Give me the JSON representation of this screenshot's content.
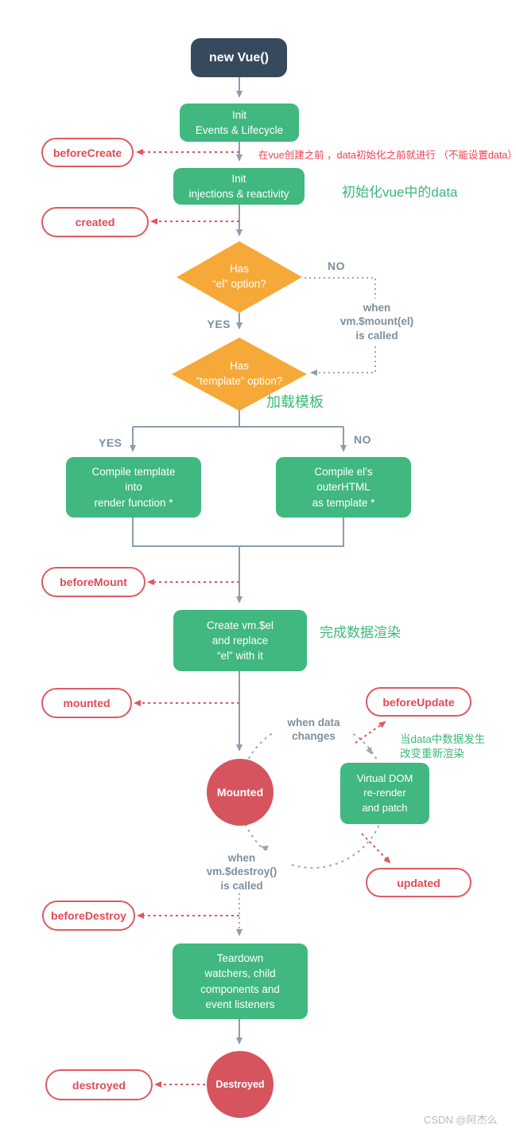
{
  "nodes": {
    "new_vue": "new Vue()",
    "init_events": "Init\nEvents & Lifecycle",
    "init_injections": "Init\ninjections & reactivity",
    "has_el": "Has\n“el” option?",
    "has_template": "Has\n“template” option?",
    "compile_template": "Compile template\ninto\nrender function *",
    "compile_el": "Compile el’s\nouterHTML\nas template *",
    "create_vmel": "Create vm.$el\nand replace\n“el” with it",
    "virtual_dom": "Virtual DOM\nre-render\nand patch",
    "teardown": "Teardown\nwatchers, child\ncomponents and\nevent listeners",
    "mounted_state": "Mounted",
    "destroyed_state": "Destroyed"
  },
  "hooks": {
    "before_create": "beforeCreate",
    "created": "created",
    "before_mount": "beforeMount",
    "mounted": "mounted",
    "before_update": "beforeUpdate",
    "updated": "updated",
    "before_destroy": "beforeDestroy",
    "destroyed": "destroyed"
  },
  "labels": {
    "yes1": "YES",
    "no1": "NO",
    "yes2": "YES",
    "no2": "NO",
    "when_mount": "when\nvm.$mount(el)\nis called",
    "when_data_changes": "when data\nchanges",
    "when_destroy": "when\nvm.$destroy()\nis called"
  },
  "annotations": {
    "before_create_note": "在vue创建之前 ，data初始化之前就进行 （不能设置data）",
    "init_data_note": "初始化vue中的data",
    "load_template_note": "加载模板",
    "render_done_note": "完成数据渲染",
    "rerender_note": "当data中数据发生\n改变重新渲染"
  },
  "colors": {
    "navy": "#36495d",
    "green": "#40b880",
    "orange": "#f6a938",
    "state_red": "#d6545e",
    "hook_red": "#e04b55",
    "line_gray": "#8d9daf",
    "note_red": "#ef4050",
    "note_green": "#3cb878"
  },
  "watermark": "CSDN @阿杰么"
}
